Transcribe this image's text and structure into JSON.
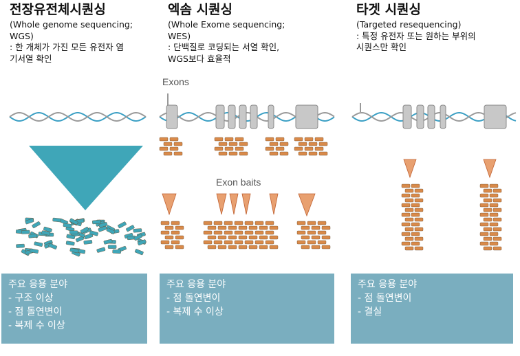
{
  "panels": [
    {
      "title": "전장유전체시퀀싱",
      "subtitle_lines": [
        "(Whole genome sequencing;",
        "WGS)"
      ],
      "description_lines": [
        ": 한 개체가 가진 모든 유전자 염",
        "기서열 확인"
      ],
      "applications": {
        "heading": "주요 응용 분야",
        "items": [
          "- 구조 이상",
          "- 점 돌연변이",
          "- 복제 수 이상"
        ]
      }
    },
    {
      "title": "엑솜 시퀀싱",
      "subtitle_lines": [
        "(Whole Exome sequencing;",
        "WES)"
      ],
      "description_lines": [
        ": 단백질로 코딩되는 서열 확인,",
        "WGS보다 효율적"
      ],
      "applications": {
        "heading": "주요 응용 분야",
        "items": [
          "- 점 돌연변이",
          "- 복제 수 이상"
        ]
      }
    },
    {
      "title": "타겟 시퀀싱",
      "subtitle_lines": [
        "(Targeted resequencing)"
      ],
      "description_lines": [
        ": 특정 유전자 또는 원하는 부위의",
        "시퀀스만 확인"
      ],
      "applications": {
        "heading": "주요 응용 분야",
        "items": [
          "- 점 돌연변이",
          "- 결실"
        ]
      }
    }
  ],
  "figure_labels": {
    "exons": "Exons",
    "exon_baits": "Exon baits"
  },
  "colors": {
    "helix_blue": "#3a9fc4",
    "helix_gray": "#9a9a9a",
    "exon_block": "#c8c8c8",
    "fragment_teal": "#3fa6b8",
    "fragment_orange": "#d98a4a",
    "bait_triangle": "#e8a070",
    "box_fill": "#7aaebf"
  }
}
